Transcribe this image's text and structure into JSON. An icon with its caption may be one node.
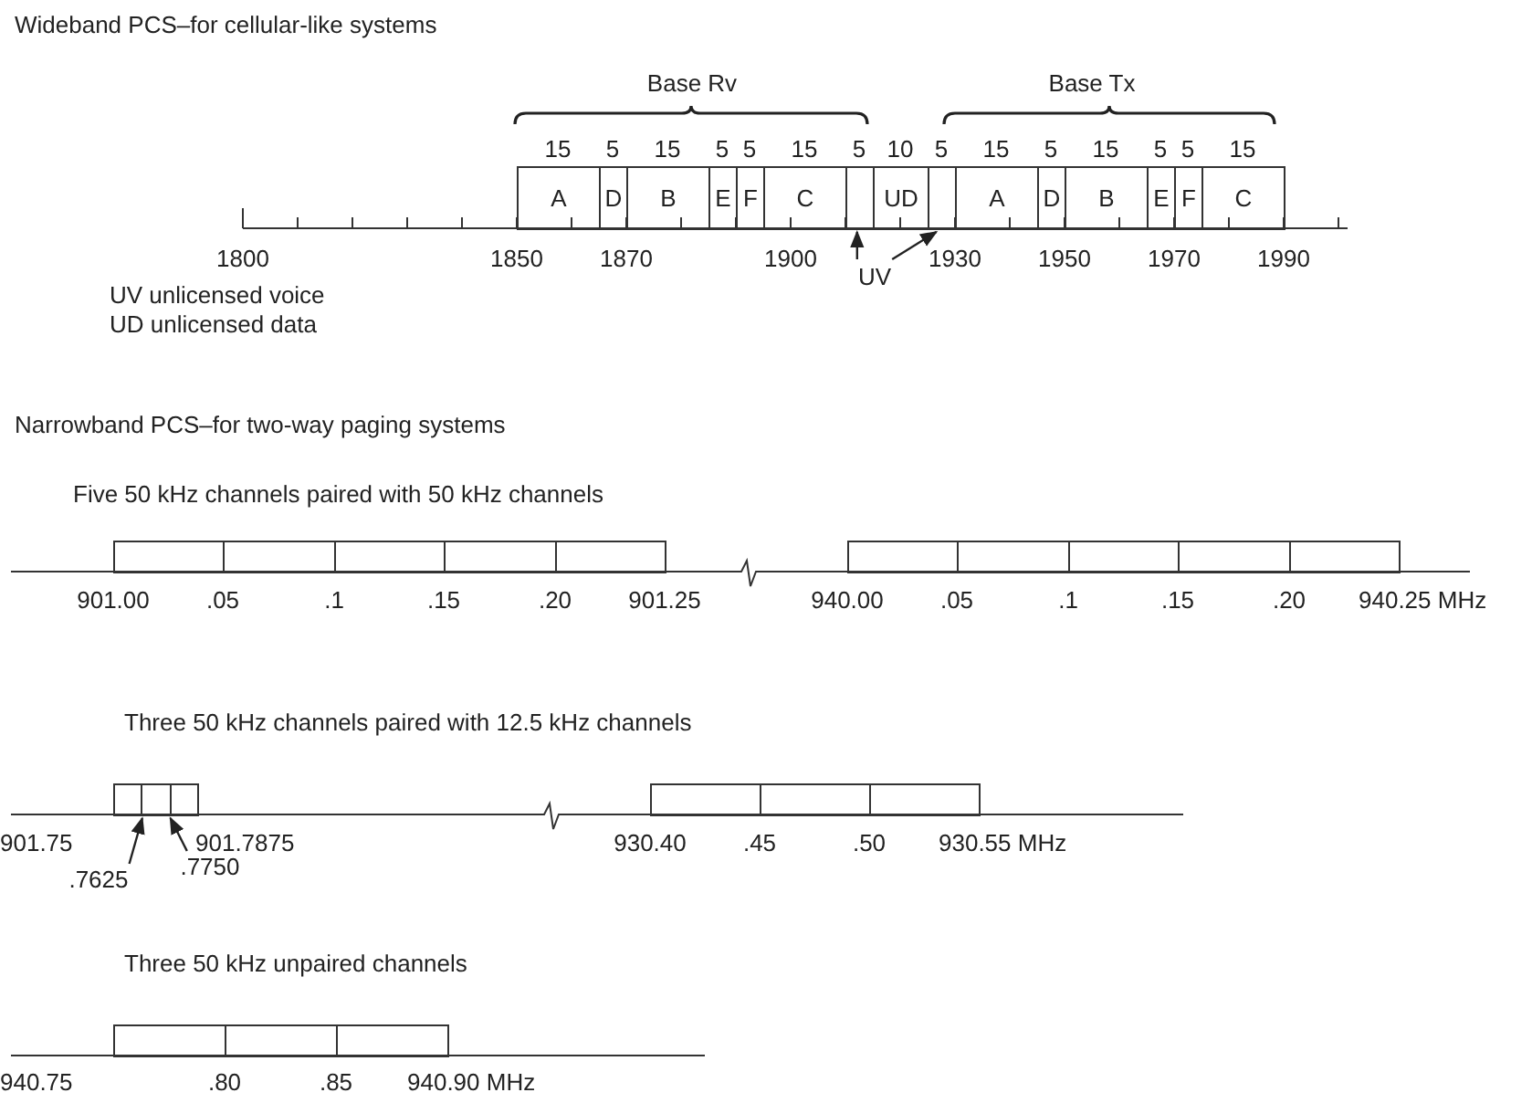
{
  "diagram": {
    "title": "Wideband PCS–for cellular-like systems",
    "nodes": [
      {
        "text": [
          "A"
        ]
      },
      {
        "text": [
          "D"
        ]
      },
      {
        "text": [
          "B"
        ]
      },
      {
        "text": [
          "E"
        ]
      },
      {
        "text": [
          "F"
        ]
      },
      {
        "text": [
          "C"
        ]
      },
      {
        "text": [],
        "shape": "box"
      },
      {
        "text": [
          "UD"
        ]
      },
      {
        "text": [],
        "shape": "box"
      },
      {
        "text": [
          "A"
        ]
      },
      {
        "text": [
          "D"
        ]
      },
      {
        "text": [
          "B"
        ]
      },
      {
        "text": [
          "E"
        ]
      },
      {
        "text": [
          "F"
        ]
      },
      {
        "text": [
          "C"
        ]
      },
      {
        "text": [
          "UV"
        ]
      },
      {
        "text": [],
        "shape": "box"
      },
      {
        "text": [],
        "shape": "box"
      },
      {
        "text": [],
        "shape": "box"
      },
      {
        "text": [],
        "shape": "box"
      },
      {
        "text": [],
        "shape": "box"
      },
      {
        "text": [],
        "shape": "box"
      },
      {
        "text": [],
        "shape": "box"
      },
      {
        "text": [],
        "shape": "box"
      },
      {
        "text": [],
        "shape": "box"
      },
      {
        "text": [],
        "shape": "box"
      },
      {
        "text": [],
        "shape": "box"
      },
      {
        "text": [],
        "shape": "box"
      },
      {
        "text": [],
        "shape": "box"
      },
      {
        "text": [],
        "shape": "box"
      },
      {
        "text": [],
        "shape": "box"
      },
      {
        "text": [],
        "shape": "box"
      },
      {
        "text": [
          ".7625"
        ]
      },
      {
        "text": [
          ".7750"
        ]
      },
      {
        "text": [],
        "shape": "box"
      },
      {
        "text": [],
        "shape": "box"
      },
      {
        "text": [],
        "shape": "box"
      }
    ],
    "edges": [
      {
        "from": 15,
        "to": 6,
        "arrow": "to"
      },
      {
        "from": 15,
        "to": 8,
        "arrow": "to"
      },
      {
        "from": 32,
        "to": 26,
        "arrow": "to"
      },
      {
        "from": 33,
        "to": 27,
        "arrow": "to"
      }
    ],
    "labels": [
      "Base Rv",
      "Base Tx",
      "15",
      "5",
      "15",
      "5",
      "5",
      "15",
      "5",
      "10",
      "5",
      "15",
      "5",
      "15",
      "5",
      "5",
      "15",
      "1800",
      "1850",
      "1870",
      "1900",
      "1930",
      "1950",
      "1970",
      "1990",
      "UV unlicensed voice",
      "UD unlicensed data",
      "Narrowband PCS–for two-way paging systems",
      "Five 50 kHz channels paired with 50 kHz channels",
      "901.00",
      ".05",
      ".1",
      ".15",
      ".20",
      "901.25",
      "940.00",
      ".05",
      ".1",
      ".15",
      ".20",
      "940.25 MHz",
      "Three 50 kHz channels paired with 12.5 kHz channels",
      "901.75",
      "901.7875",
      "930.40",
      ".45",
      ".50",
      "930.55 MHz",
      "Three 50 kHz unpaired channels",
      "940.75",
      ".80",
      ".85",
      "940.90 MHz"
    ]
  }
}
